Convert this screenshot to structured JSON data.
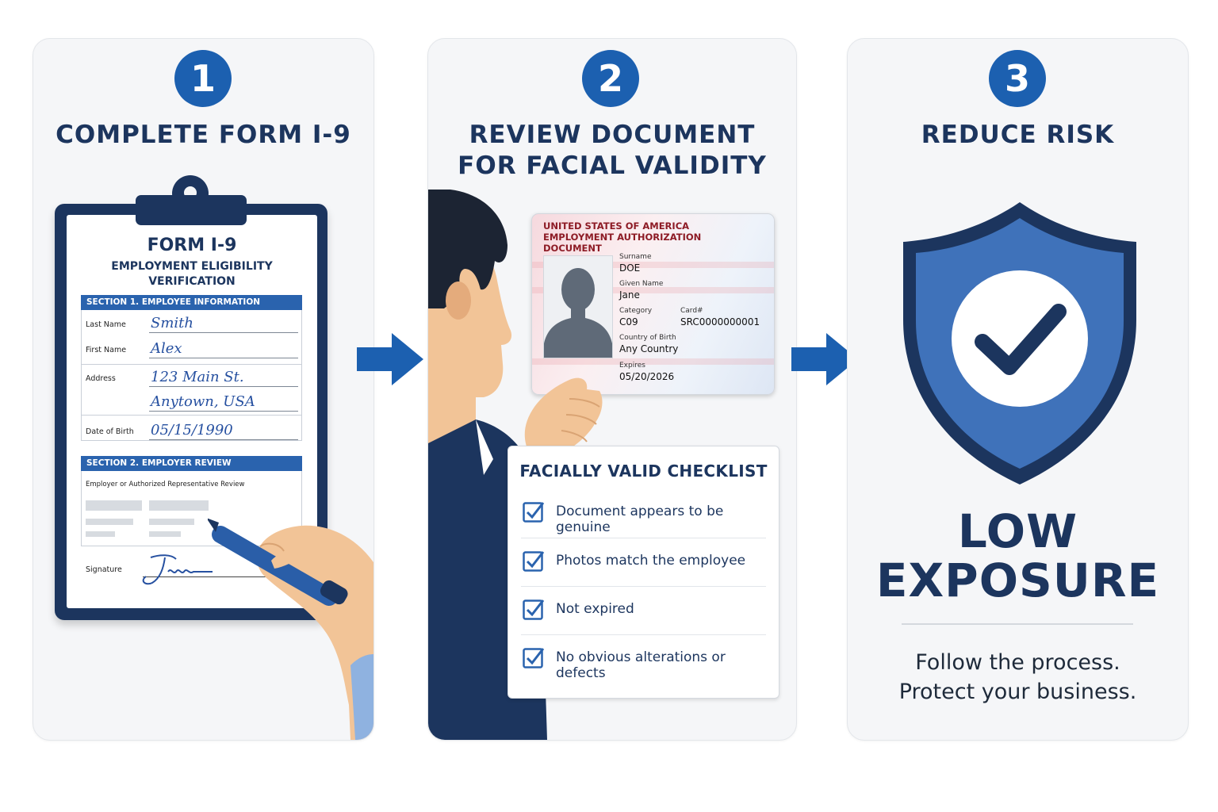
{
  "colors": {
    "navy": "#1c355e",
    "accent_blue": "#1c60b0",
    "panel_bg": "#f5f6f8",
    "id_header_red": "#8d1b25"
  },
  "steps": [
    {
      "number": "1",
      "title": "COMPLETE FORM I-9",
      "form": {
        "title": "FORM I-9",
        "subtitle_line1": "EMPLOYMENT ELIGIBILITY",
        "subtitle_line2": "VERIFICATION",
        "section1": "SECTION 1. EMPLOYEE INFORMATION",
        "fields": {
          "last_name_label": "Last Name",
          "last_name_value": "Smith",
          "first_name_label": "First Name",
          "first_name_value": "Alex",
          "address_label": "Address",
          "address_line1": "123 Main St.",
          "address_line2": "Anytown, USA",
          "dob_label": "Date of Birth",
          "dob_value": "05/15/1990"
        },
        "section2": "SECTION 2. EMPLOYER REVIEW",
        "review_label": "Employer or Authorized Representative Review",
        "signature_label": "Signature"
      }
    },
    {
      "number": "2",
      "title_line1": "REVIEW DOCUMENT",
      "title_line2": "FOR FACIAL VALIDITY",
      "id_card": {
        "header_line1": "UNITED STATES OF AMERICA",
        "header_line2": "EMPLOYMENT AUTHORIZATION",
        "header_line3": "DOCUMENT",
        "surname_label": "Surname",
        "surname": "DOE",
        "given_label": "Given Name",
        "given": "Jane",
        "category_label": "Category",
        "category": "C09",
        "card_label": "Card#",
        "card": "SRC0000000001",
        "country_label": "Country of Birth",
        "country": "Any Country",
        "expires_label": "Expires",
        "expires": "05/20/2026"
      },
      "checklist": {
        "title": "FACIALLY VALID CHECKLIST",
        "items": [
          "Document appears to be genuine",
          "Photos match the employee",
          "Not expired",
          "No obvious alterations or defects"
        ]
      }
    },
    {
      "number": "3",
      "title": "REDUCE RISK",
      "status_line1": "LOW",
      "status_line2": "EXPOSURE",
      "tagline_line1": "Follow the process.",
      "tagline_line2": "Protect your business."
    }
  ],
  "icons": {
    "arrow": "arrow-right-icon",
    "check": "checkbox-checked-icon",
    "shield": "shield-check-icon"
  }
}
